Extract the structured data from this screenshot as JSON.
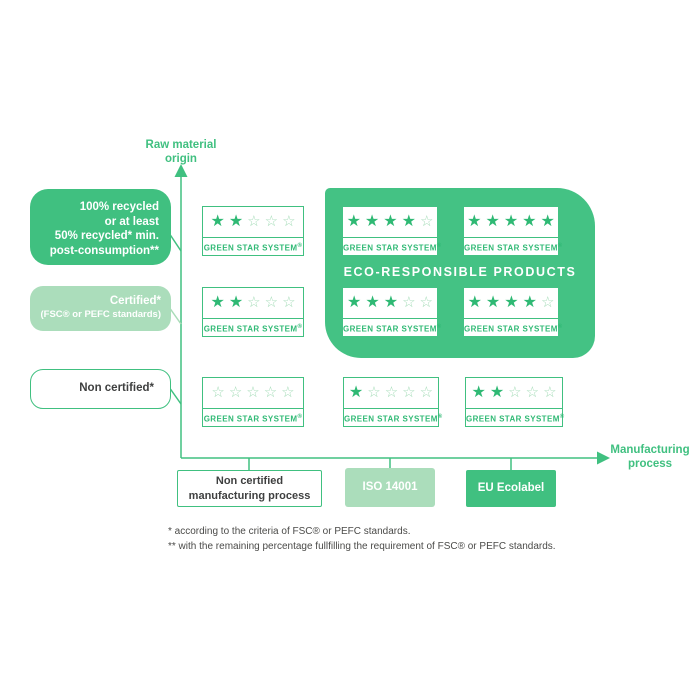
{
  "palette": {
    "primary_green": "#40c080",
    "light_green": "#abddbb",
    "star_filled": "#2fb974",
    "star_empty_outline": "#a5dcb8",
    "dark_text": "#3f4040",
    "background": "#ffffff"
  },
  "axes": {
    "y_label_line1": "Raw material",
    "y_label_line2": "origin",
    "x_label_line1": "Manufacturing",
    "x_label_line2": "process"
  },
  "rows": [
    {
      "id": "recycled",
      "lines": [
        "100% recycled",
        "or at least",
        "50% recycled* min.",
        "post-consumption**"
      ]
    },
    {
      "id": "certified",
      "lines": [
        "Certified*",
        "(FSC® or PEFC standards)"
      ]
    },
    {
      "id": "non-certified",
      "lines": [
        "Non certified*"
      ]
    }
  ],
  "columns": [
    {
      "id": "non-certified-mfg",
      "lines": [
        "Non certified",
        "manufacturing process"
      ]
    },
    {
      "id": "iso-14001",
      "lines": [
        "ISO 14001"
      ]
    },
    {
      "id": "eu-ecolabel",
      "lines": [
        "EU Ecolabel"
      ]
    }
  ],
  "badge": {
    "label": "GREEN STAR SYSTEM",
    "reg": "®",
    "max_stars": 5
  },
  "panel_title": "ECO-RESPONSIBLE PRODUCTS",
  "matrix": {
    "rows": [
      [
        2,
        4,
        5
      ],
      [
        2,
        3,
        4
      ],
      [
        0,
        1,
        2
      ]
    ]
  },
  "footnotes": [
    "* according to the criteria of FSC® or PEFC standards.",
    "** with the remaining percentage fullfilling the requirement of  FSC® or PEFC standards."
  ]
}
